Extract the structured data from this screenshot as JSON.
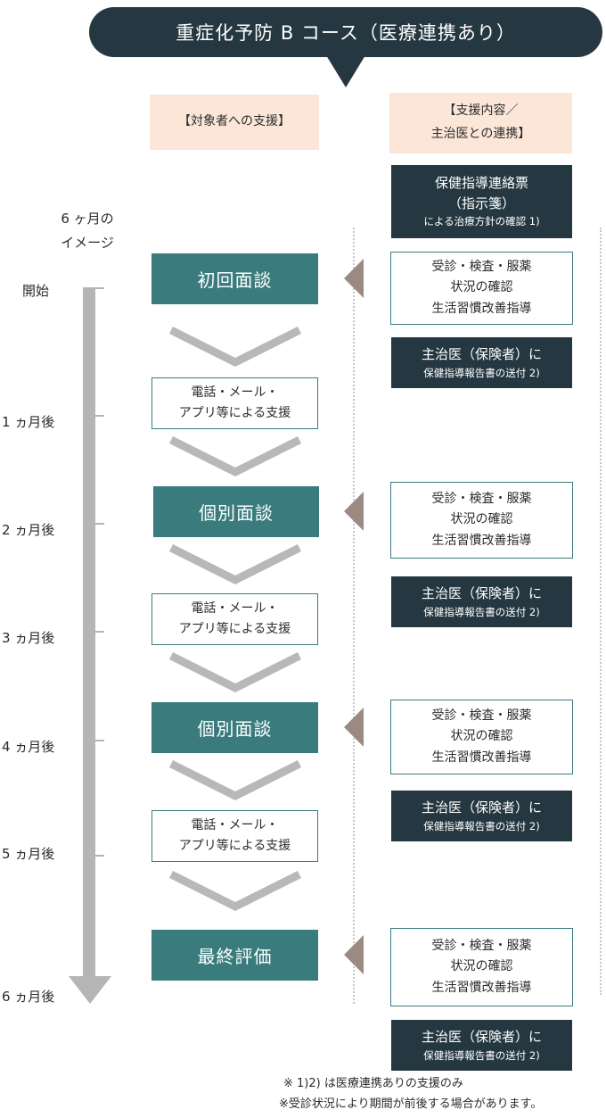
{
  "title": "重症化予防 B コース（医療連携あり）",
  "headers": {
    "left": "【対象者への支援】",
    "right_line1": "【支援内容／",
    "right_line2": "主治医との連携】"
  },
  "top_box": {
    "line1": "保健指導連絡票",
    "line2": "（指示箋）",
    "line3": "による治療方針の確認 1)"
  },
  "timeline": {
    "label_line1": "6 ヶ月の",
    "label_line2": "イメージ",
    "ticks": [
      "開始",
      "1 ヵ月後",
      "2 ヵ月後",
      "3 ヵ月後",
      "4 ヵ月後",
      "5 ヵ月後",
      "6 ヵ月後"
    ]
  },
  "steps": [
    {
      "label": "初回面談"
    },
    {
      "label": "個別面談"
    },
    {
      "label": "個別面談"
    },
    {
      "label": "最終評価"
    }
  ],
  "phone_support": {
    "line1": "電話・メール・",
    "line2": "アプリ等による支援"
  },
  "details": {
    "line1": "受診・検査・服薬",
    "line2": "状況の確認",
    "line3": "生活習慣改善指導"
  },
  "report": {
    "line1": "主治医（保険者）に",
    "line2": "保健指導報告書の送付 2)"
  },
  "notes": {
    "note1": "※ 1)2) は医療連携ありの支援のみ",
    "note2": "※受診状況により期間が前後する場合があります。"
  },
  "colors": {
    "dark": "#253841",
    "teal": "#3a7c7e",
    "header_bg": "#fbe6d8",
    "triangle": "#9b8a81",
    "timeline": "#b5b5b5",
    "chevron": "#b8b8b8"
  }
}
